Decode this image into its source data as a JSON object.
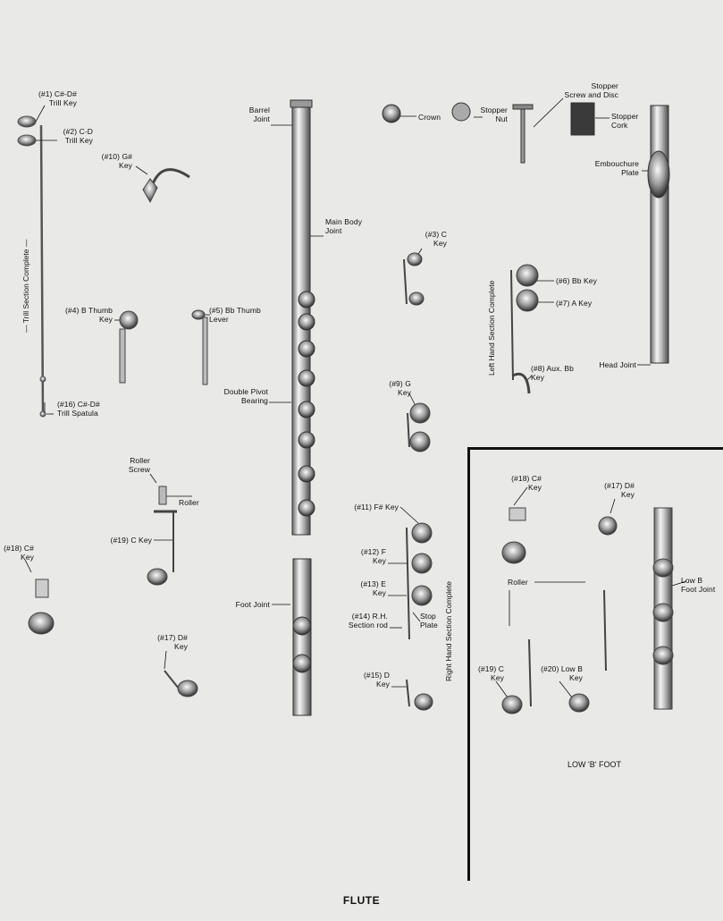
{
  "title": "FLUTE",
  "low_b_caption": "LOW 'B' FOOT",
  "section_labels": {
    "trill": "— Trill Section Complete —",
    "left_hand": "Left Hand Section Complete",
    "right_hand": "Right Hand Section Complete"
  },
  "labels": {
    "k1": "(#1) C#-D#\nTrill Key",
    "k2": "(#2) C-D\nTrill Key",
    "k10": "(#10) G#\nKey",
    "k4": "(#4) B Thumb\nKey",
    "k5": "(#5) Bb Thumb\nLever",
    "k16": "(#16) C#-D#\nTrill Spatula",
    "barrel": "Barrel\nJoint",
    "main_body": "Main Body\nJoint",
    "double_pivot": "Double Pivot\nBearing",
    "crown": "Crown",
    "stopper_nut": "Stopper\nNut",
    "stopper_screw": "Stopper\nScrew and Disc",
    "stopper_cork": "Stopper\nCork",
    "embouchure": "Embouchure\nPlate",
    "head_joint": "Head Joint",
    "k3": "(#3) C\nKey",
    "k6": "(#6) Bb Key",
    "k7": "(#7) A Key",
    "k8": "(#8) Aux. Bb\nKey",
    "k9": "(#9) G\nKey",
    "roller_screw": "Roller\nScrew",
    "roller": "Roller",
    "k19": "(#19) C Key",
    "k18": "(#18) C#\nKey",
    "k17": "(#17) D#\nKey",
    "foot_joint": "Foot Joint",
    "k11": "(#11) F# Key",
    "k12": "(#12) F\nKey",
    "k13": "(#13) E\nKey",
    "k14": "(#14) R.H.\nSection rod",
    "stop_plate": "Stop\nPlate",
    "k15": "(#15) D\nKey",
    "lb_k18": "(#18) C#\nKey",
    "lb_k17": "(#17) D#\nKey",
    "lb_roller": "Roller",
    "lb_k19": "(#19) C\nKey",
    "lb_k20": "(#20) Low B\nKey",
    "lb_foot": "Low B\nFoot Joint"
  }
}
